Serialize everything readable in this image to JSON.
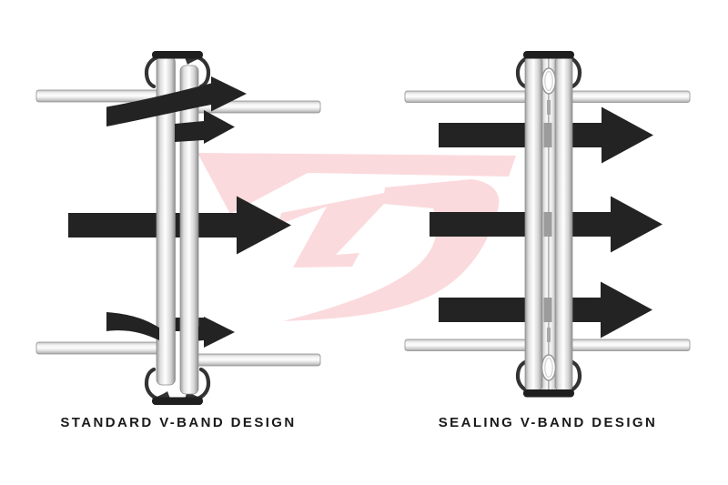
{
  "page": {
    "background": "#ffffff"
  },
  "diagrams": {
    "left": {
      "label": "STANDARD V-BAND DESIGN"
    },
    "right": {
      "label": "SEALING V-BAND DESIGN"
    }
  },
  "watermark": {
    "icon": "tj-logo-watermark"
  },
  "colors": {
    "page-bg": "#ffffff",
    "arrow-ink": "#232323",
    "clamp-dark": "#1f1f1f",
    "clamp-arm": "#333333",
    "watermark-pink": "#fbdadd",
    "label-ink": "#1a1a1a",
    "pipe-stroke": "#8f8f8f",
    "bar-stroke": "#8a8a8a"
  }
}
